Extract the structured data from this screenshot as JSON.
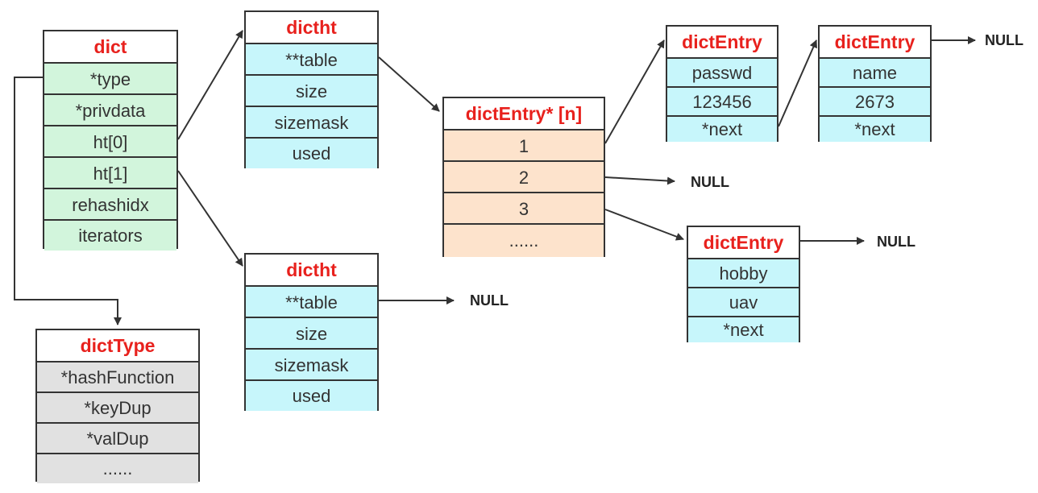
{
  "dict": {
    "title": "dict",
    "fields": [
      "*type",
      "*privdata",
      "ht[0]",
      "ht[1]",
      "rehashidx",
      "iterators"
    ]
  },
  "dictType": {
    "title": "dictType",
    "fields": [
      "*hashFunction",
      "*keyDup",
      "*valDup",
      "......"
    ]
  },
  "dictht_top": {
    "title": "dictht",
    "fields": [
      "**table",
      "size",
      "sizemask",
      "used"
    ]
  },
  "dictht_bottom": {
    "title": "dictht",
    "fields": [
      "**table",
      "size",
      "sizemask",
      "used"
    ]
  },
  "bucket_array": {
    "title": "dictEntry* [n]",
    "fields": [
      "1",
      "2",
      "3",
      "......"
    ]
  },
  "entry_passwd": {
    "title": "dictEntry",
    "fields": [
      "passwd",
      "123456",
      "*next"
    ]
  },
  "entry_name": {
    "title": "dictEntry",
    "fields": [
      "name",
      "2673",
      "*next"
    ]
  },
  "entry_hobby": {
    "title": "dictEntry",
    "fields": [
      "hobby",
      "uav",
      "*next"
    ]
  },
  "null_label": "NULL",
  "colors": {
    "title_red": "#e8211d",
    "dict_green": "#d2f5dc",
    "dictht_cyan": "#c7f6fb",
    "bucket_peach": "#fde3cc",
    "type_gray": "#e1e1e1"
  }
}
